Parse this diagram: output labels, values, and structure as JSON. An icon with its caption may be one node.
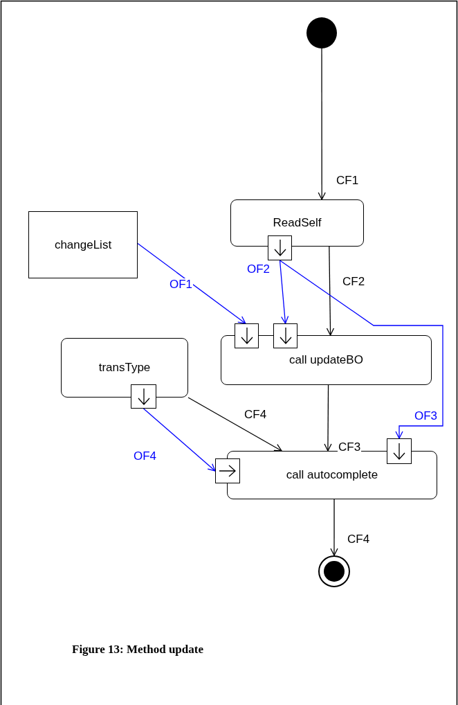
{
  "diagram": {
    "caption": "Figure 13: Method update",
    "nodes": [
      {
        "text": [],
        "shape": "circle"
      },
      {
        "text": [
          "ReadSelf"
        ]
      },
      {
        "text": [
          "changeList"
        ]
      },
      {
        "text": [
          "call updateBO"
        ]
      },
      {
        "text": [
          "transType"
        ]
      },
      {
        "text": [
          "call autocomplete"
        ]
      },
      {
        "text": [],
        "shape": "circle"
      },
      {
        "text": [],
        "shape": "box"
      },
      {
        "text": [],
        "shape": "box"
      },
      {
        "text": [],
        "shape": "box"
      },
      {
        "text": [],
        "shape": "box"
      },
      {
        "text": [],
        "shape": "box"
      },
      {
        "text": [],
        "shape": "box"
      }
    ],
    "edges": [
      {
        "from": 0,
        "to": 1,
        "arrow": "to",
        "label": "CF1"
      },
      {
        "from": 1,
        "to": 3,
        "arrow": "to",
        "label": "CF2"
      },
      {
        "from": 3,
        "to": 5,
        "arrow": "to",
        "label": "CF3"
      },
      {
        "from": 4,
        "to": 5,
        "arrow": "to",
        "label": "CF4"
      },
      {
        "from": 5,
        "to": 6,
        "arrow": "to",
        "label": "CF4"
      },
      {
        "from": 2,
        "to": 8,
        "arrow": "to",
        "label": "OF1",
        "color": "#0000ff"
      },
      {
        "from": 7,
        "to": 9,
        "arrow": "to",
        "label": "OF2",
        "color": "#0000ff"
      },
      {
        "from": 7,
        "to": 12,
        "arrow": "to",
        "label": "OF3",
        "color": "#0000ff"
      },
      {
        "from": 10,
        "to": 11,
        "arrow": "to",
        "label": "OF4",
        "color": "#0000ff"
      }
    ]
  }
}
